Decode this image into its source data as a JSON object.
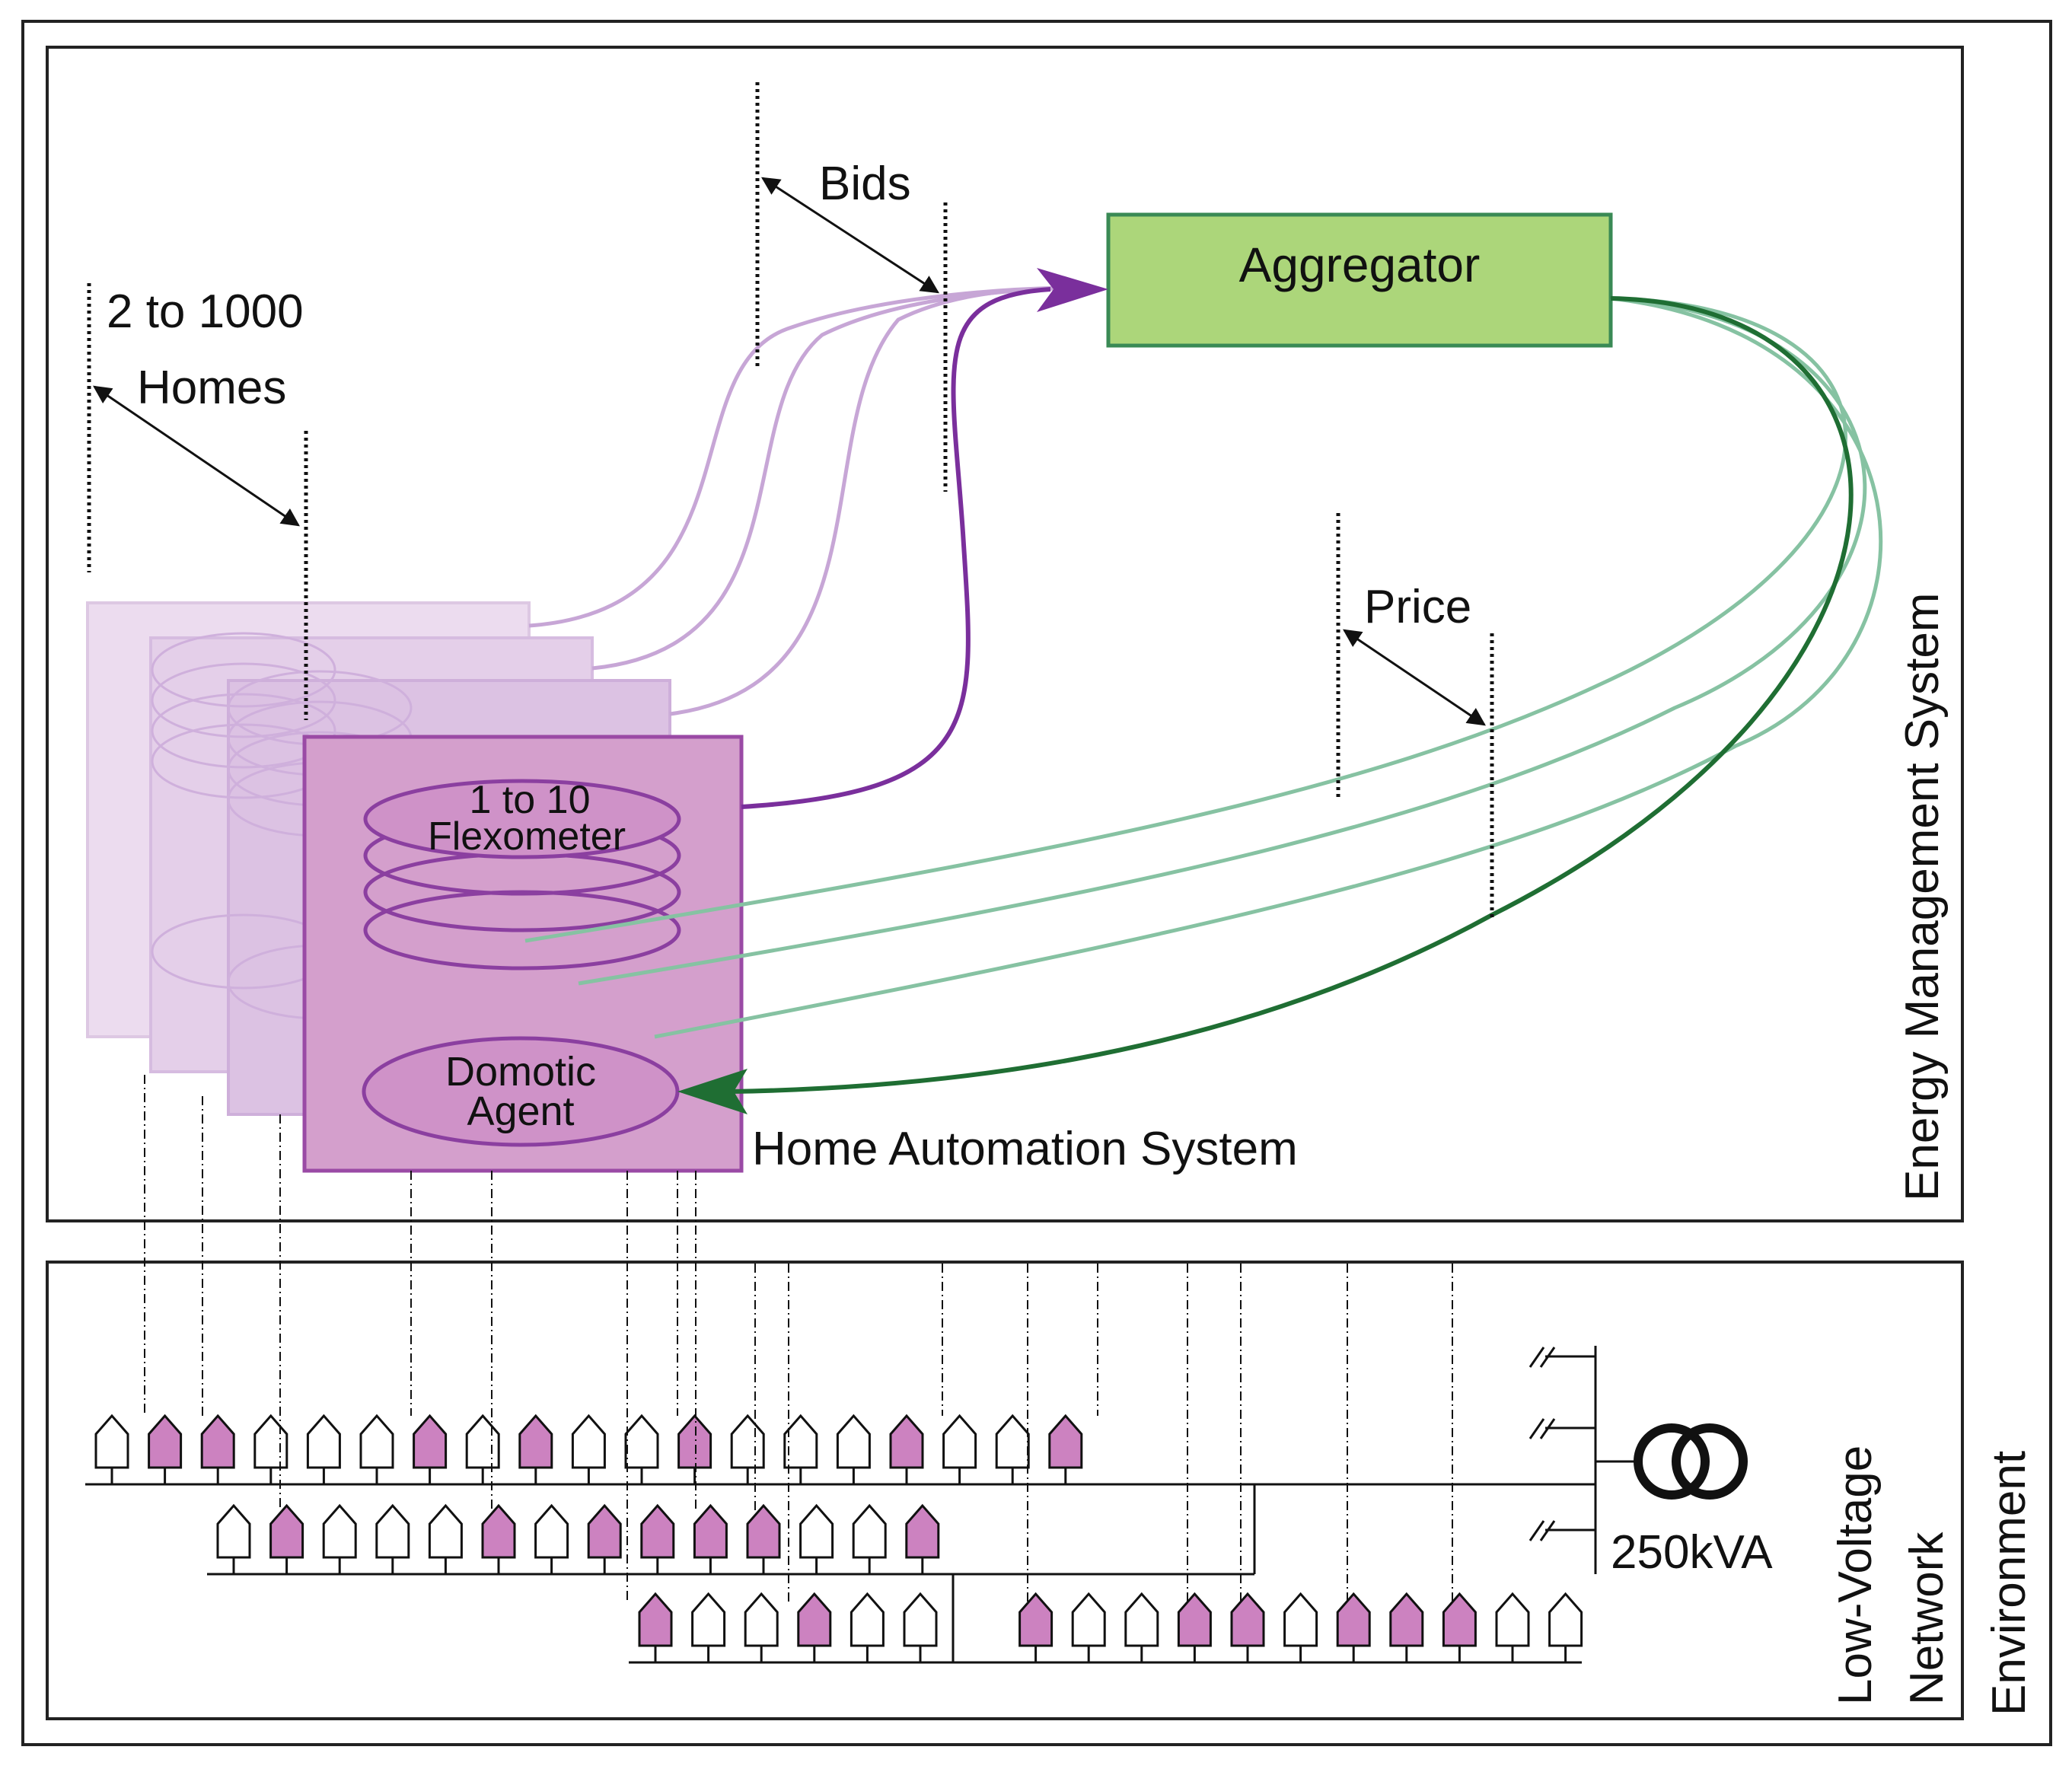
{
  "labels": {
    "homes_range": "2 to 1000",
    "homes_word": "Homes",
    "bids": "Bids",
    "price": "Price",
    "aggregator": "Aggregator",
    "flexometer_line1": "1 to 10",
    "flexometer_line2": "Flexometer",
    "agent_line1": "Domotic",
    "agent_line2": "Agent",
    "home_automation": "Home Automation System",
    "energy_management": "Energy Management System",
    "low_voltage_line1": "Low-Voltage",
    "low_voltage_line2": "Network",
    "environment": "Environment",
    "transformer_rating": "250kVA"
  },
  "colors": {
    "aggregator_fill": "#acd67a",
    "aggregator_border": "#3a8a55",
    "home_panel_fill": "#d49fcc",
    "home_panel_border": "#9a4aa5",
    "bid_arrow": "#7a2f9c",
    "bid_arrow_faded": "#c7a6d6",
    "price_arrow": "#1f6e33",
    "price_arrow_faded": "#86c2a2",
    "house_flexible": "#cc82c0",
    "house_plain": "#ffffff"
  },
  "network": {
    "feeders": [
      {
        "houses": [
          "plain",
          "flexible",
          "flexible",
          "plain",
          "plain",
          "plain",
          "flexible",
          "plain",
          "flexible",
          "plain",
          "plain",
          "flexible",
          "plain",
          "plain",
          "plain",
          "flexible",
          "plain",
          "plain",
          "flexible"
        ]
      },
      {
        "houses": [
          "plain",
          "flexible",
          "plain",
          "plain",
          "plain",
          "flexible",
          "plain",
          "flexible",
          "flexible",
          "flexible",
          "flexible",
          "plain",
          "plain",
          "flexible"
        ]
      },
      {
        "houses": [
          "flexible",
          "plain",
          "plain",
          "flexible",
          "plain",
          "plain",
          "flexible",
          "plain",
          "plain",
          "flexible",
          "flexible",
          "plain",
          "flexible",
          "flexible",
          "flexible",
          "plain",
          "plain"
        ]
      }
    ]
  }
}
